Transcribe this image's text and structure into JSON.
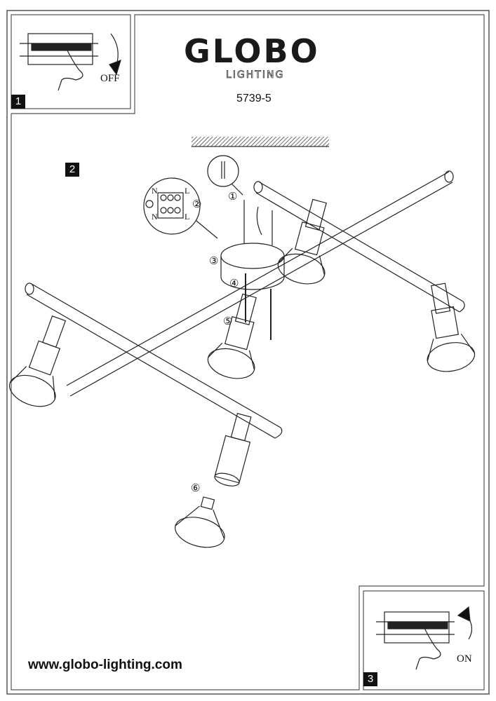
{
  "brand": {
    "name": "GLOBO",
    "sub": "LIGHTING"
  },
  "model_number": "5739-5",
  "steps": [
    {
      "number": "1",
      "label": "OFF"
    },
    {
      "number": "2"
    },
    {
      "number": "3",
      "label": "ON"
    }
  ],
  "callouts": [
    "①",
    "②",
    "③",
    "④",
    "⑤",
    "⑥"
  ],
  "terminal_labels": {
    "n_top": "N",
    "l_top": "L",
    "n_bottom": "N",
    "l_bottom": "L"
  },
  "website": "www.globo-lighting.com"
}
